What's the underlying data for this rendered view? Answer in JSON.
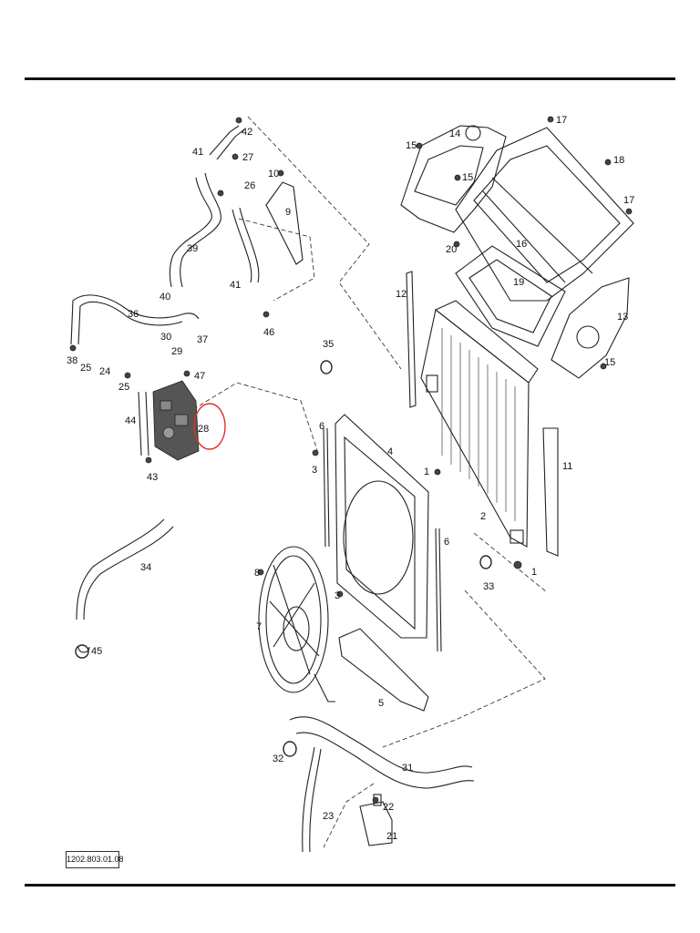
{
  "reference_code": "1202.803.01.08",
  "colors": {
    "line": "#222222",
    "highlight": "#e0302a",
    "component_fill": "#555555"
  },
  "callouts": [
    "1",
    "2",
    "3",
    "4",
    "5",
    "6",
    "7",
    "8",
    "9",
    "10",
    "11",
    "12",
    "13",
    "14",
    "15",
    "16",
    "17",
    "18",
    "19",
    "20",
    "21",
    "22",
    "23",
    "24",
    "25",
    "26",
    "27",
    "28",
    "29",
    "30",
    "31",
    "32",
    "33",
    "34",
    "35",
    "36",
    "37",
    "38",
    "39",
    "40",
    "41",
    "42",
    "43",
    "44",
    "45",
    "46",
    "47"
  ],
  "highlighted_callout": "28"
}
